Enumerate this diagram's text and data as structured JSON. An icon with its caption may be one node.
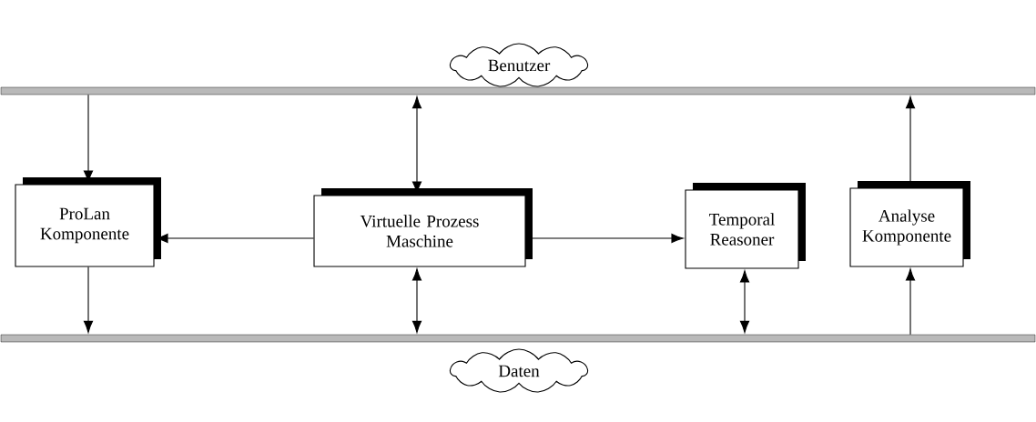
{
  "diagram": {
    "nodes": [
      {
        "text": [
          "Benutzer"
        ]
      },
      {
        "text": [],
        "shape": "bar"
      },
      {
        "text": [
          "ProLan Komponente"
        ]
      },
      {
        "text": [
          "Virtuelle Prozess Maschine"
        ]
      },
      {
        "text": [
          "Temporal Reasoner"
        ]
      },
      {
        "text": [
          "Analyse Komponente"
        ]
      },
      {
        "text": [],
        "shape": "bar"
      },
      {
        "text": [
          "Daten"
        ]
      }
    ],
    "edges": [
      {
        "from": 1,
        "to": 2,
        "arrow": "to"
      },
      {
        "from": 3,
        "to": 1,
        "arrow": "both"
      },
      {
        "from": 5,
        "to": 1,
        "arrow": "to"
      },
      {
        "from": 3,
        "to": 2,
        "arrow": "to"
      },
      {
        "from": 3,
        "to": 4,
        "arrow": "to"
      },
      {
        "from": 2,
        "to": 6,
        "arrow": "to"
      },
      {
        "from": 3,
        "to": 6,
        "arrow": "both"
      },
      {
        "from": 4,
        "to": 6,
        "arrow": "both"
      },
      {
        "from": 6,
        "to": 5,
        "arrow": "to"
      }
    ]
  }
}
